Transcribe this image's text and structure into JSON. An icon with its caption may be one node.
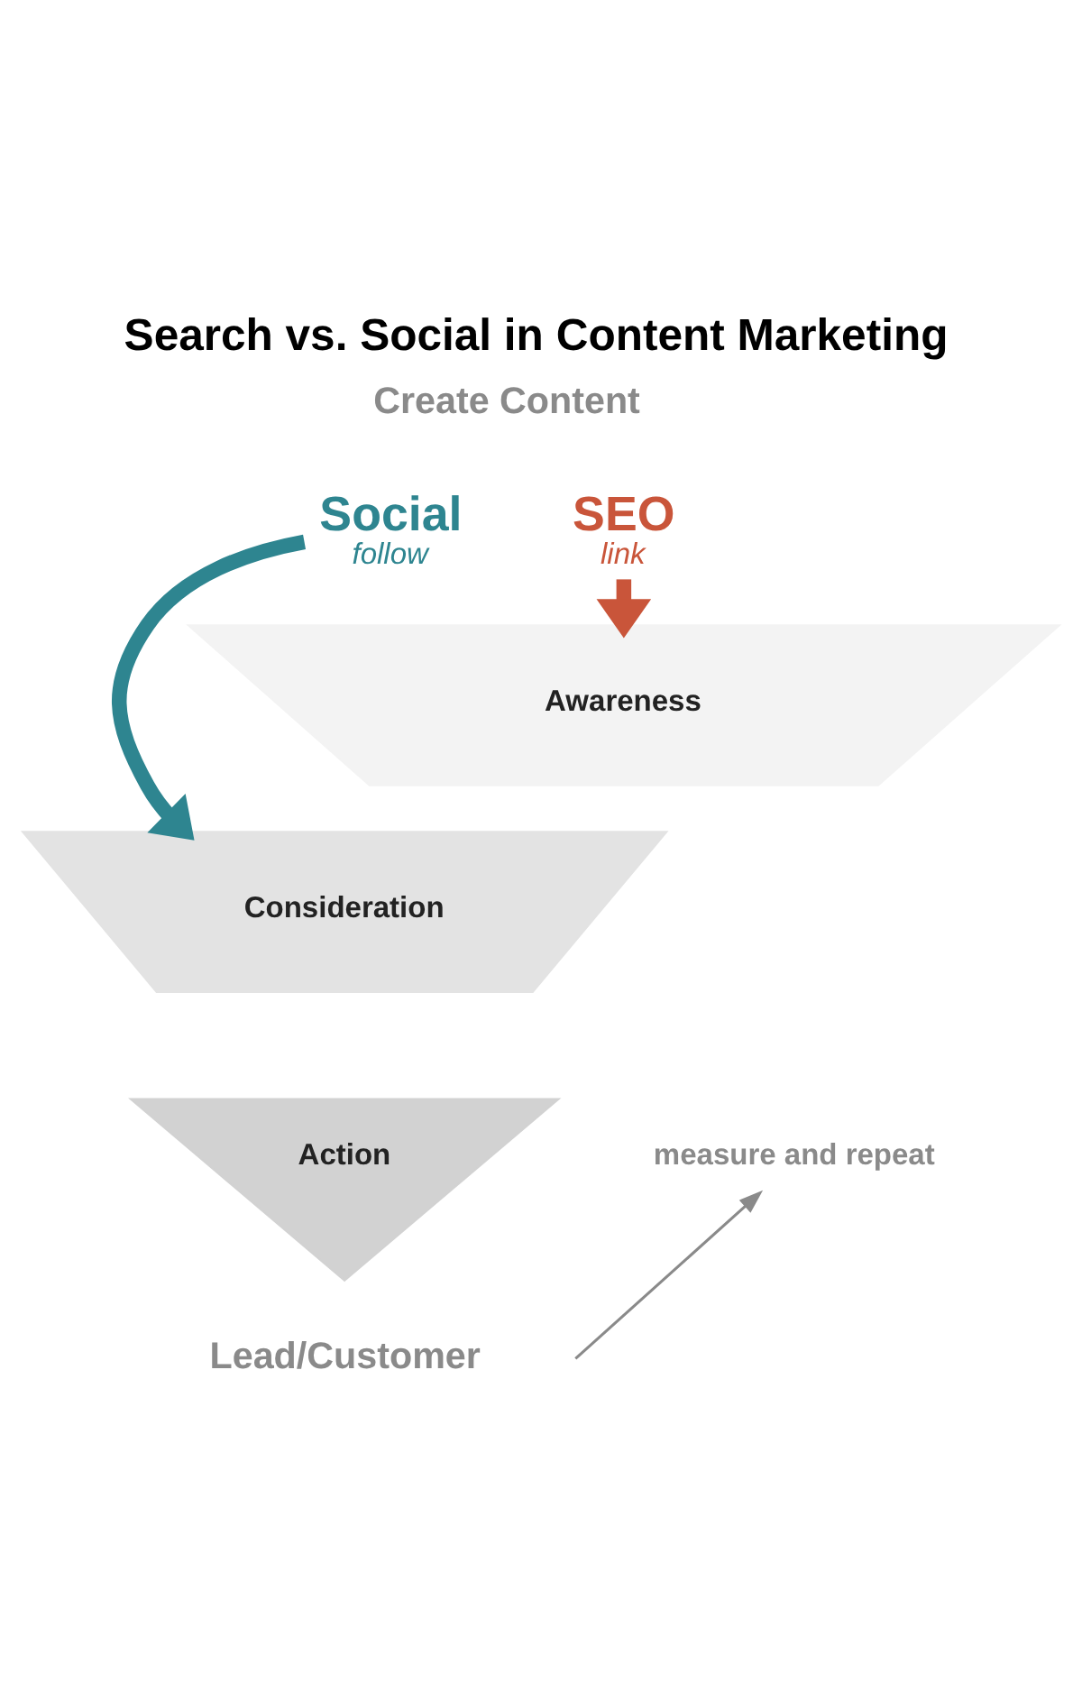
{
  "diagram": {
    "title": "Search vs. Social in Content Marketing",
    "nodes": [
      {
        "text": [
          "Create Content"
        ]
      },
      {
        "text": [
          "Social",
          "follow"
        ]
      },
      {
        "text": [
          "SEO",
          "link"
        ]
      },
      {
        "text": [
          "Awareness"
        ]
      },
      {
        "text": [
          "Consideration"
        ]
      },
      {
        "text": [
          "Action"
        ]
      },
      {
        "text": [
          "Lead/Customer"
        ]
      },
      {
        "text": [
          "measure and repeat"
        ]
      }
    ],
    "edges": [
      {
        "from": 1,
        "to": 4,
        "arrow": "to",
        "color": "#2e8590"
      },
      {
        "from": 2,
        "to": 3,
        "arrow": "to",
        "color": "#c9553a"
      },
      {
        "from": null,
        "to": 7,
        "arrow": "to",
        "color": "#8a8a8a"
      }
    ]
  }
}
